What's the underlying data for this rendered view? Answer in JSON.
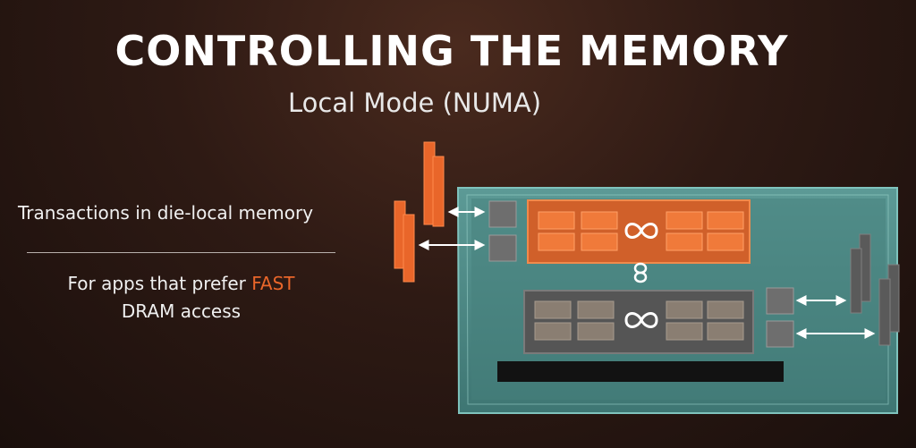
{
  "slide": {
    "title": "CONTROLLING THE MEMORY",
    "subtitle": "Local Mode (NUMA)",
    "point_1": "Transactions in die-local memory",
    "point_2_prefix": "For apps that prefer ",
    "point_2_highlight": "FAST",
    "point_2_line2": "DRAM access"
  },
  "colors": {
    "accent_orange": "#e9662a",
    "package_teal": "#4f8e8c",
    "die_gray": "#5a5a5a",
    "dimm_gray": "#6a6a6a"
  },
  "icons": {
    "infinity_fabric": "infinity-icon"
  }
}
